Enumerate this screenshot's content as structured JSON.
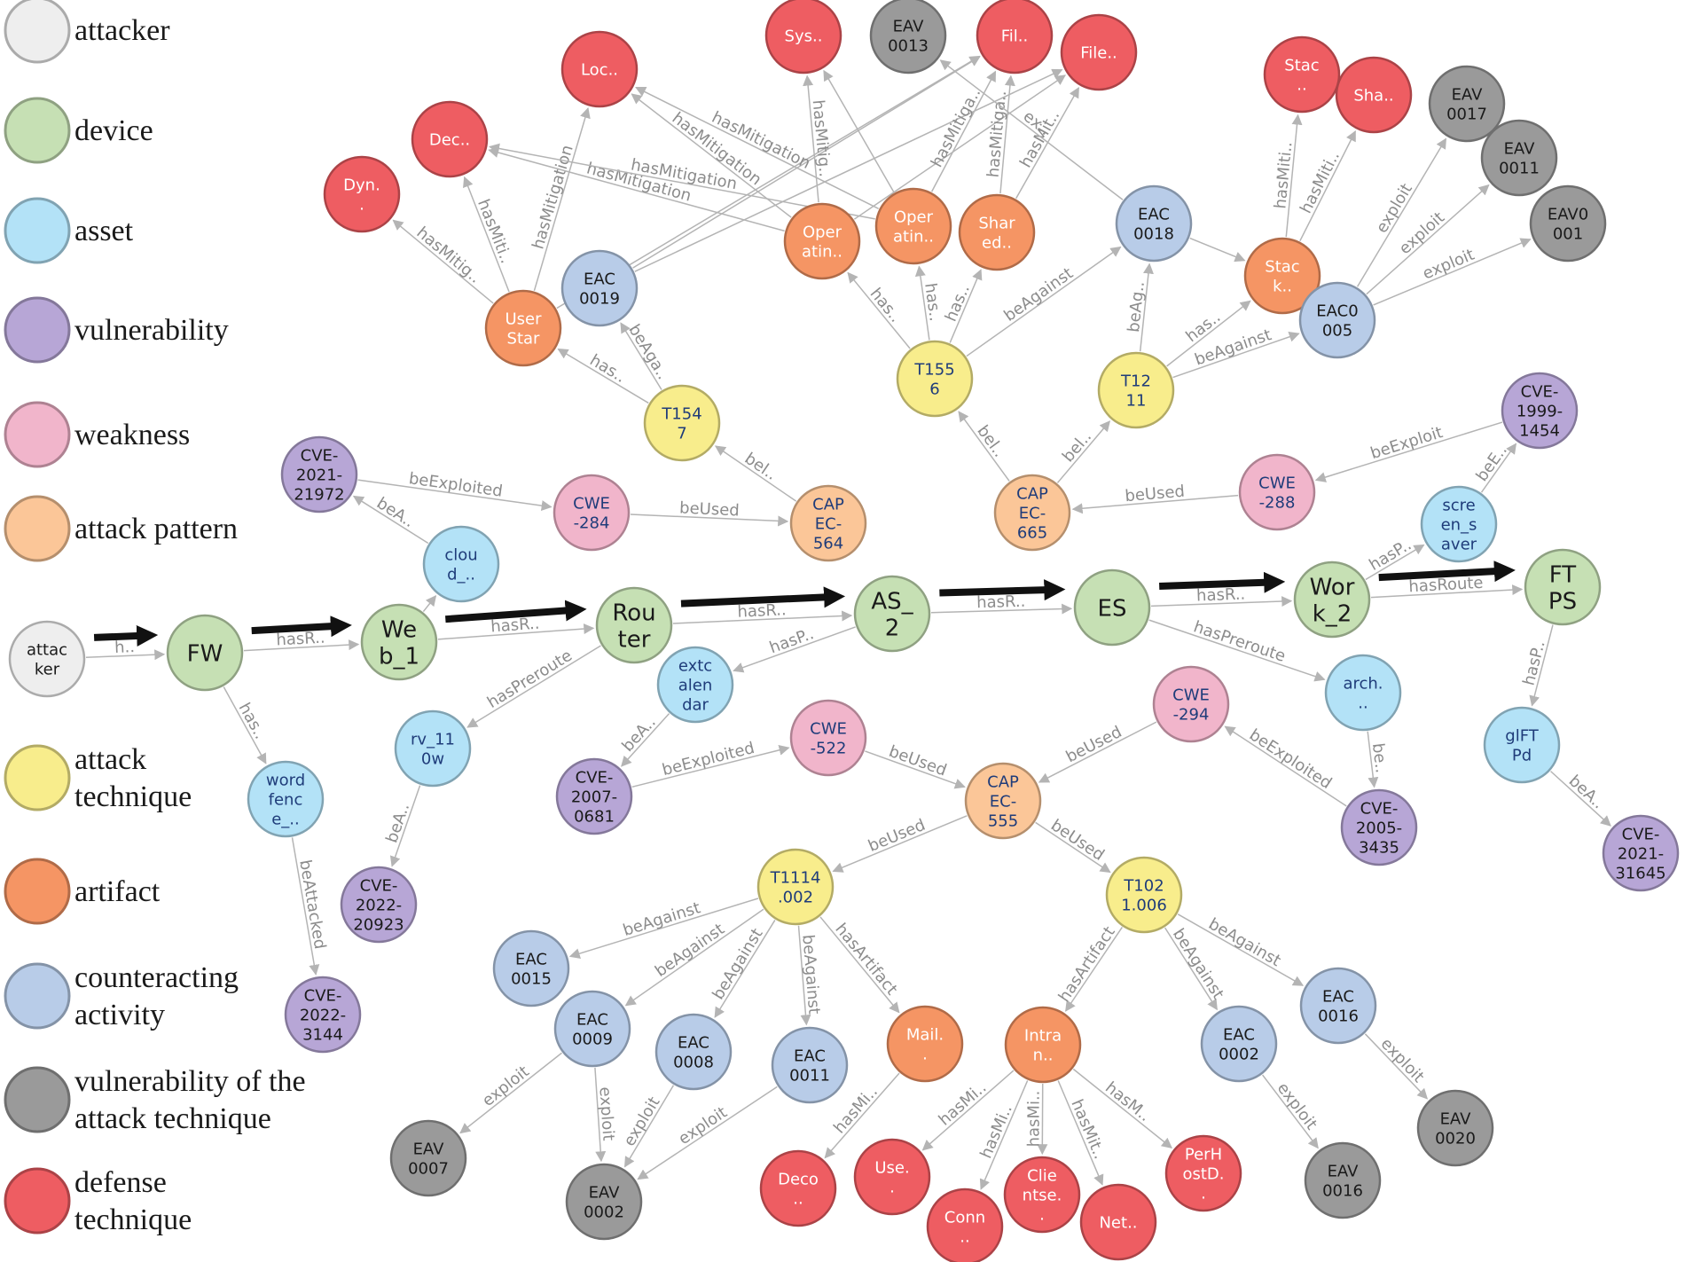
{
  "colors": {
    "attacker": "#eeeeee",
    "device": "#c6e0b4",
    "asset": "#b3e2f7",
    "vulnerability": "#b7a6d6",
    "weakness": "#f1b5cb",
    "attack_pattern": "#fbc698",
    "attack_technique": "#f8ed8c",
    "artifact": "#f59564",
    "counteracting_activity": "#b8cce8",
    "vulnerability_of_attack_technique": "#9a9a9a",
    "defense_technique": "#ee5d62"
  },
  "legend": [
    {
      "type": "attacker",
      "lines": [
        "attacker"
      ]
    },
    {
      "type": "device",
      "lines": [
        "device"
      ]
    },
    {
      "type": "asset",
      "lines": [
        "asset"
      ]
    },
    {
      "type": "vulnerability",
      "lines": [
        "vulnerability"
      ]
    },
    {
      "type": "weakness",
      "lines": [
        "weakness"
      ]
    },
    {
      "type": "attack_pattern",
      "lines": [
        "attack pattern"
      ]
    },
    {
      "type": "attack_technique",
      "lines": [
        "attack",
        "technique"
      ]
    },
    {
      "type": "artifact",
      "lines": [
        "artifact"
      ]
    },
    {
      "type": "counteracting_activity",
      "lines": [
        "counteracting",
        "activity"
      ]
    },
    {
      "type": "vulnerability_of_attack_technique",
      "lines": [
        "vulnerability of the",
        "attack technique"
      ]
    },
    {
      "type": "defense_technique",
      "lines": [
        "defense",
        "technique"
      ]
    }
  ],
  "nodes": [
    {
      "id": "attacker",
      "type": "attacker",
      "lines": [
        "attac",
        "ker"
      ]
    },
    {
      "id": "fw",
      "type": "device",
      "lines": [
        "FW"
      ]
    },
    {
      "id": "web1",
      "type": "device",
      "lines": [
        "We",
        "b_1"
      ]
    },
    {
      "id": "router",
      "type": "device",
      "lines": [
        "Rou",
        "ter"
      ]
    },
    {
      "id": "as2",
      "type": "device",
      "lines": [
        "AS_",
        "2"
      ]
    },
    {
      "id": "es",
      "type": "device",
      "lines": [
        "ES"
      ]
    },
    {
      "id": "work2",
      "type": "device",
      "lines": [
        "Wor",
        "k_2"
      ]
    },
    {
      "id": "ftps",
      "type": "device",
      "lines": [
        "FT",
        "PS"
      ]
    },
    {
      "id": "cloud",
      "type": "asset",
      "lines": [
        "clou",
        "d_.."
      ]
    },
    {
      "id": "wordfence",
      "type": "asset",
      "lines": [
        "word",
        "fenc",
        "e_.."
      ]
    },
    {
      "id": "rv110w",
      "type": "asset",
      "lines": [
        "rv_11",
        "0w"
      ]
    },
    {
      "id": "extcalendar",
      "type": "asset",
      "lines": [
        "extc",
        "alen",
        "dar"
      ]
    },
    {
      "id": "arch",
      "type": "asset",
      "lines": [
        "arch.",
        ".."
      ]
    },
    {
      "id": "screensaver",
      "type": "asset",
      "lines": [
        "scre",
        "en_s",
        "aver"
      ]
    },
    {
      "id": "glftpd",
      "type": "asset",
      "lines": [
        "glFT",
        "Pd"
      ]
    },
    {
      "id": "cve2021_21972",
      "type": "vulnerability",
      "lines": [
        "CVE-",
        "2021-",
        "21972"
      ]
    },
    {
      "id": "cve2022_3144",
      "type": "vulnerability",
      "lines": [
        "CVE-",
        "2022-",
        "3144"
      ]
    },
    {
      "id": "cve2022_20923",
      "type": "vulnerability",
      "lines": [
        "CVE-",
        "2022-",
        "20923"
      ]
    },
    {
      "id": "cve2007_0681",
      "type": "vulnerability",
      "lines": [
        "CVE-",
        "2007-",
        "0681"
      ]
    },
    {
      "id": "cve2005_3435",
      "type": "vulnerability",
      "lines": [
        "CVE-",
        "2005-",
        "3435"
      ]
    },
    {
      "id": "cve1999_1454",
      "type": "vulnerability",
      "lines": [
        "CVE-",
        "1999-",
        "1454"
      ]
    },
    {
      "id": "cve2021_31645",
      "type": "vulnerability",
      "lines": [
        "CVE-",
        "2021-",
        "31645"
      ]
    },
    {
      "id": "cwe284",
      "type": "weakness",
      "lines": [
        "CWE",
        "-284"
      ]
    },
    {
      "id": "cwe522",
      "type": "weakness",
      "lines": [
        "CWE",
        "-522"
      ]
    },
    {
      "id": "cwe294",
      "type": "weakness",
      "lines": [
        "CWE",
        "-294"
      ]
    },
    {
      "id": "cwe288",
      "type": "weakness",
      "lines": [
        "CWE",
        "-288"
      ]
    },
    {
      "id": "capec564",
      "type": "attack_pattern",
      "lines": [
        "CAP",
        "EC-",
        "564"
      ]
    },
    {
      "id": "capec665",
      "type": "attack_pattern",
      "lines": [
        "CAP",
        "EC-",
        "665"
      ]
    },
    {
      "id": "capec555",
      "type": "attack_pattern",
      "lines": [
        "CAP",
        "EC-",
        "555"
      ]
    },
    {
      "id": "t1547",
      "type": "attack_technique",
      "lines": [
        "T154",
        "7"
      ]
    },
    {
      "id": "t1556",
      "type": "attack_technique",
      "lines": [
        "T155",
        "6"
      ]
    },
    {
      "id": "t1211",
      "type": "attack_technique",
      "lines": [
        "T12",
        "11"
      ]
    },
    {
      "id": "t1114",
      "type": "attack_technique",
      "lines": [
        "T1114",
        ".002"
      ]
    },
    {
      "id": "t1021",
      "type": "attack_technique",
      "lines": [
        "T102",
        "1.006"
      ]
    },
    {
      "id": "userstar",
      "type": "artifact",
      "lines": [
        "User",
        "Star"
      ]
    },
    {
      "id": "operatin1",
      "type": "artifact",
      "lines": [
        "Oper",
        "atin.."
      ]
    },
    {
      "id": "operatin2",
      "type": "artifact",
      "lines": [
        "Oper",
        "atin.."
      ]
    },
    {
      "id": "shared",
      "type": "artifact",
      "lines": [
        "Shar",
        "ed.."
      ]
    },
    {
      "id": "stack",
      "type": "artifact",
      "lines": [
        "Stac",
        "k.."
      ]
    },
    {
      "id": "mail",
      "type": "artifact",
      "lines": [
        "Mail.",
        "."
      ]
    },
    {
      "id": "intran",
      "type": "artifact",
      "lines": [
        "Intra",
        "n.."
      ]
    },
    {
      "id": "eac0019",
      "type": "counteracting_activity",
      "lines": [
        "EAC",
        "0019"
      ]
    },
    {
      "id": "eac0018",
      "type": "counteracting_activity",
      "lines": [
        "EAC",
        "0018"
      ]
    },
    {
      "id": "eac0005",
      "type": "counteracting_activity",
      "lines": [
        "EAC0",
        "005"
      ]
    },
    {
      "id": "eac0015",
      "type": "counteracting_activity",
      "lines": [
        "EAC",
        "0015"
      ]
    },
    {
      "id": "eac0009",
      "type": "counteracting_activity",
      "lines": [
        "EAC",
        "0009"
      ]
    },
    {
      "id": "eac0008",
      "type": "counteracting_activity",
      "lines": [
        "EAC",
        "0008"
      ]
    },
    {
      "id": "eac0011",
      "type": "counteracting_activity",
      "lines": [
        "EAC",
        "0011"
      ]
    },
    {
      "id": "eac0002",
      "type": "counteracting_activity",
      "lines": [
        "EAC",
        "0002"
      ]
    },
    {
      "id": "eac0016",
      "type": "counteracting_activity",
      "lines": [
        "EAC",
        "0016"
      ]
    },
    {
      "id": "eav0013",
      "type": "vulnerability_of_attack_technique",
      "lines": [
        "EAV",
        "0013"
      ]
    },
    {
      "id": "eav0017",
      "type": "vulnerability_of_attack_technique",
      "lines": [
        "EAV",
        "0017"
      ]
    },
    {
      "id": "eav0011",
      "type": "vulnerability_of_attack_technique",
      "lines": [
        "EAV",
        "0011"
      ]
    },
    {
      "id": "eav0001",
      "type": "vulnerability_of_attack_technique",
      "lines": [
        "EAV0",
        "001"
      ]
    },
    {
      "id": "eav0007",
      "type": "vulnerability_of_attack_technique",
      "lines": [
        "EAV",
        "0007"
      ]
    },
    {
      "id": "eav0002",
      "type": "vulnerability_of_attack_technique",
      "lines": [
        "EAV",
        "0002"
      ]
    },
    {
      "id": "eav0016",
      "type": "vulnerability_of_attack_technique",
      "lines": [
        "EAV",
        "0016"
      ]
    },
    {
      "id": "eav0020",
      "type": "vulnerability_of_attack_technique",
      "lines": [
        "EAV",
        "0020"
      ]
    },
    {
      "id": "sys",
      "type": "defense_technique",
      "lines": [
        "Sys.."
      ]
    },
    {
      "id": "fil1",
      "type": "defense_technique",
      "lines": [
        "Fil.."
      ]
    },
    {
      "id": "file2",
      "type": "defense_technique",
      "lines": [
        "File.."
      ]
    },
    {
      "id": "loc",
      "type": "defense_technique",
      "lines": [
        "Loc.."
      ]
    },
    {
      "id": "dec",
      "type": "defense_technique",
      "lines": [
        "Dec.."
      ]
    },
    {
      "id": "dyn",
      "type": "defense_technique",
      "lines": [
        "Dyn.",
        "."
      ]
    },
    {
      "id": "stac2",
      "type": "defense_technique",
      "lines": [
        "Stac",
        ".."
      ]
    },
    {
      "id": "sha",
      "type": "defense_technique",
      "lines": [
        "Sha.."
      ]
    },
    {
      "id": "deco",
      "type": "defense_technique",
      "lines": [
        "Deco",
        ".."
      ]
    },
    {
      "id": "use",
      "type": "defense_technique",
      "lines": [
        "Use.",
        "."
      ]
    },
    {
      "id": "conn",
      "type": "defense_technique",
      "lines": [
        "Conn",
        ".."
      ]
    },
    {
      "id": "clientse",
      "type": "defense_technique",
      "lines": [
        "Clie",
        "ntse.",
        "."
      ]
    },
    {
      "id": "net",
      "type": "defense_technique",
      "lines": [
        "Net.."
      ]
    },
    {
      "id": "perhost",
      "type": "defense_technique",
      "lines": [
        "PerH",
        "ostD.",
        "."
      ]
    }
  ],
  "edges": [
    {
      "from": "attacker",
      "to": "fw",
      "label": "h.."
    },
    {
      "from": "fw",
      "to": "web1",
      "label": "hasR.."
    },
    {
      "from": "web1",
      "to": "router",
      "label": "hasR.."
    },
    {
      "from": "router",
      "to": "as2",
      "label": "hasR.."
    },
    {
      "from": "as2",
      "to": "es",
      "label": "hasR.."
    },
    {
      "from": "es",
      "to": "work2",
      "label": "hasR.."
    },
    {
      "from": "work2",
      "to": "ftps",
      "label": "hasRoute"
    },
    {
      "from": "fw",
      "to": "wordfence",
      "label": "has.."
    },
    {
      "from": "wordfence",
      "to": "cve2022_3144",
      "label": "beAttacked"
    },
    {
      "from": "web1",
      "to": "cloud",
      "label": ""
    },
    {
      "from": "cloud",
      "to": "cve2021_21972",
      "label": "beA.."
    },
    {
      "from": "cve2021_21972",
      "to": "cwe284",
      "label": "beExploited"
    },
    {
      "from": "cwe284",
      "to": "capec564",
      "label": "beUsed"
    },
    {
      "from": "capec564",
      "to": "t1547",
      "label": "bel.."
    },
    {
      "from": "t1547",
      "to": "userstar",
      "label": "has.."
    },
    {
      "from": "t1547",
      "to": "eac0019",
      "label": "beAga.."
    },
    {
      "from": "userstar",
      "to": "dyn",
      "label": "hasMitig.."
    },
    {
      "from": "userstar",
      "to": "dec",
      "label": "hasMiti.."
    },
    {
      "from": "userstar",
      "to": "loc",
      "label": "hasMitigation"
    },
    {
      "from": "userstar",
      "to": "fil1",
      "label": ""
    },
    {
      "from": "eac0019",
      "to": "file2",
      "label": ""
    },
    {
      "from": "eac0019",
      "to": "fil1",
      "label": ""
    },
    {
      "from": "router",
      "to": "rv110w",
      "label": "hasPreroute"
    },
    {
      "from": "rv110w",
      "to": "cve2022_20923",
      "label": "beA.."
    },
    {
      "from": "as2",
      "to": "extcalendar",
      "label": "hasP.."
    },
    {
      "from": "extcalendar",
      "to": "cve2007_0681",
      "label": "beA.."
    },
    {
      "from": "cve2007_0681",
      "to": "cwe522",
      "label": "beExploited"
    },
    {
      "from": "cwe522",
      "to": "capec555",
      "label": "beUsed"
    },
    {
      "from": "cwe294",
      "to": "capec555",
      "label": "beUsed"
    },
    {
      "from": "cve2005_3435",
      "to": "cwe294",
      "label": "beExploited"
    },
    {
      "from": "capec555",
      "to": "t1114",
      "label": "beUsed"
    },
    {
      "from": "capec555",
      "to": "t1021",
      "label": "beUsed"
    },
    {
      "from": "t1114",
      "to": "eac0015",
      "label": "beAgainst"
    },
    {
      "from": "t1114",
      "to": "eac0009",
      "label": "beAgainst"
    },
    {
      "from": "t1114",
      "to": "eac0008",
      "label": "beAgainst"
    },
    {
      "from": "t1114",
      "to": "eac0011",
      "label": "beAgainst"
    },
    {
      "from": "t1114",
      "to": "mail",
      "label": "hasArtifact"
    },
    {
      "from": "eac0009",
      "to": "eav0007",
      "label": "exploit"
    },
    {
      "from": "eac0009",
      "to": "eav0002",
      "label": "exploit"
    },
    {
      "from": "eac0008",
      "to": "eav0002",
      "label": "exploit"
    },
    {
      "from": "eac0011",
      "to": "eav0002",
      "label": "exploit"
    },
    {
      "from": "mail",
      "to": "deco",
      "label": "hasMi.."
    },
    {
      "from": "t1021",
      "to": "intran",
      "label": "hasArtifact"
    },
    {
      "from": "t1021",
      "to": "eac0002",
      "label": "beAgainst"
    },
    {
      "from": "t1021",
      "to": "eac0016",
      "label": "beAgainst"
    },
    {
      "from": "eac0002",
      "to": "eav0016",
      "label": "exploit"
    },
    {
      "from": "eac0016",
      "to": "eav0020",
      "label": "exploit"
    },
    {
      "from": "intran",
      "to": "use",
      "label": "hasMi.."
    },
    {
      "from": "intran",
      "to": "conn",
      "label": "hasMi.."
    },
    {
      "from": "intran",
      "to": "clientse",
      "label": "hasMi.."
    },
    {
      "from": "intran",
      "to": "net",
      "label": "hasMit.."
    },
    {
      "from": "intran",
      "to": "perhost",
      "label": "hasM.."
    },
    {
      "from": "es",
      "to": "arch",
      "label": "hasPreroute"
    },
    {
      "from": "arch",
      "to": "cve2005_3435",
      "label": "be.."
    },
    {
      "from": "work2",
      "to": "screensaver",
      "label": "hasP.."
    },
    {
      "from": "screensaver",
      "to": "cve1999_1454",
      "label": "beE.."
    },
    {
      "from": "cve1999_1454",
      "to": "cwe288",
      "label": "beExploit"
    },
    {
      "from": "cwe288",
      "to": "capec665",
      "label": "beUsed"
    },
    {
      "from": "capec665",
      "to": "t1556",
      "label": "bel.."
    },
    {
      "from": "capec665",
      "to": "t1211",
      "label": "bel.."
    },
    {
      "from": "t1556",
      "to": "operatin1",
      "label": "has.."
    },
    {
      "from": "t1556",
      "to": "operatin2",
      "label": "has.."
    },
    {
      "from": "t1556",
      "to": "shared",
      "label": "has.."
    },
    {
      "from": "t1556",
      "to": "eac0018",
      "label": "beAgainst"
    },
    {
      "from": "operatin1",
      "to": "sys",
      "label": "hasMitig.."
    },
    {
      "from": "operatin1",
      "to": "loc",
      "label": "hasMitigation"
    },
    {
      "from": "operatin1",
      "to": "dec",
      "label": "hasMitigation"
    },
    {
      "from": "operatin1",
      "to": "file2",
      "label": ""
    },
    {
      "from": "operatin2",
      "to": "loc",
      "label": "hasMitigation"
    },
    {
      "from": "operatin2",
      "to": "dec",
      "label": "hasMitigation"
    },
    {
      "from": "operatin2",
      "to": "fil1",
      "label": "hasMitiga.."
    },
    {
      "from": "operatin2",
      "to": "sys",
      "label": ""
    },
    {
      "from": "shared",
      "to": "fil1",
      "label": "hasMitiga.."
    },
    {
      "from": "shared",
      "to": "file2",
      "label": "hasMit.."
    },
    {
      "from": "eac0018",
      "to": "eav0013",
      "label": "ex.."
    },
    {
      "from": "eac0018",
      "to": "stack",
      "label": ""
    },
    {
      "from": "t1211",
      "to": "eac0018",
      "label": "beAg.."
    },
    {
      "from": "t1211",
      "to": "stack",
      "label": "has.."
    },
    {
      "from": "t1211",
      "to": "eac0005",
      "label": "beAgainst"
    },
    {
      "from": "stack",
      "to": "stac2",
      "label": "hasMiti.."
    },
    {
      "from": "stack",
      "to": "sha",
      "label": "hasMiti.."
    },
    {
      "from": "eac0005",
      "to": "eav0017",
      "label": "exploit"
    },
    {
      "from": "eac0005",
      "to": "eav0011",
      "label": "exploit"
    },
    {
      "from": "eac0005",
      "to": "eav0001",
      "label": "exploit"
    },
    {
      "from": "ftps",
      "to": "glftpd",
      "label": "hasP.."
    },
    {
      "from": "glftpd",
      "to": "cve2021_31645",
      "label": "beA.."
    }
  ],
  "attack_path": [
    [
      "attacker",
      "fw"
    ],
    [
      "fw",
      "web1"
    ],
    [
      "web1",
      "router"
    ],
    [
      "router",
      "as2"
    ],
    [
      "as2",
      "es"
    ],
    [
      "es",
      "work2"
    ],
    [
      "work2",
      "ftps"
    ]
  ]
}
